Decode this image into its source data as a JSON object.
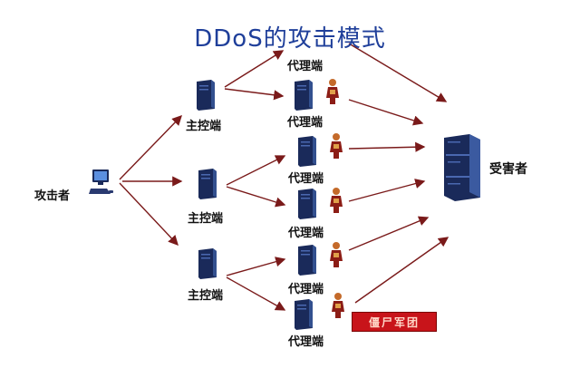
{
  "title": "DDoS的攻击模式",
  "attacker_label": "攻击者",
  "master_label": "主控端",
  "agent_label": "代理端",
  "victim_label": "受害者",
  "zombie_label": "僵尸军团",
  "colors": {
    "title": "#1f3f9a",
    "arrow": "#7a1a1a",
    "server_dark": "#1a2a5a",
    "server_light": "#4a68b0",
    "zombie_bg": "#c8141a"
  }
}
